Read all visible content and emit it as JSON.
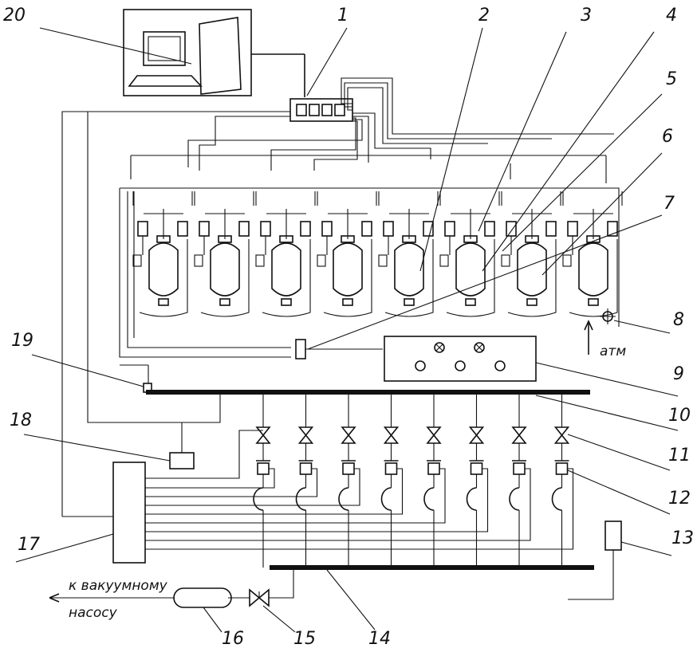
{
  "labels": {
    "l1": "1",
    "l2": "2",
    "l3": "3",
    "l4": "4",
    "l5": "5",
    "l6": "6",
    "l7": "7",
    "l8": "8",
    "l9": "9",
    "l10": "10",
    "l11": "11",
    "l12": "12",
    "l13": "13",
    "l14": "14",
    "l15": "15",
    "l16": "16",
    "l17": "17",
    "l18": "18",
    "l19": "19",
    "l20": "20"
  },
  "captions": {
    "atm": "атм",
    "to_pump_line1": "к вакуумному",
    "to_pump_line2": "насосу"
  }
}
